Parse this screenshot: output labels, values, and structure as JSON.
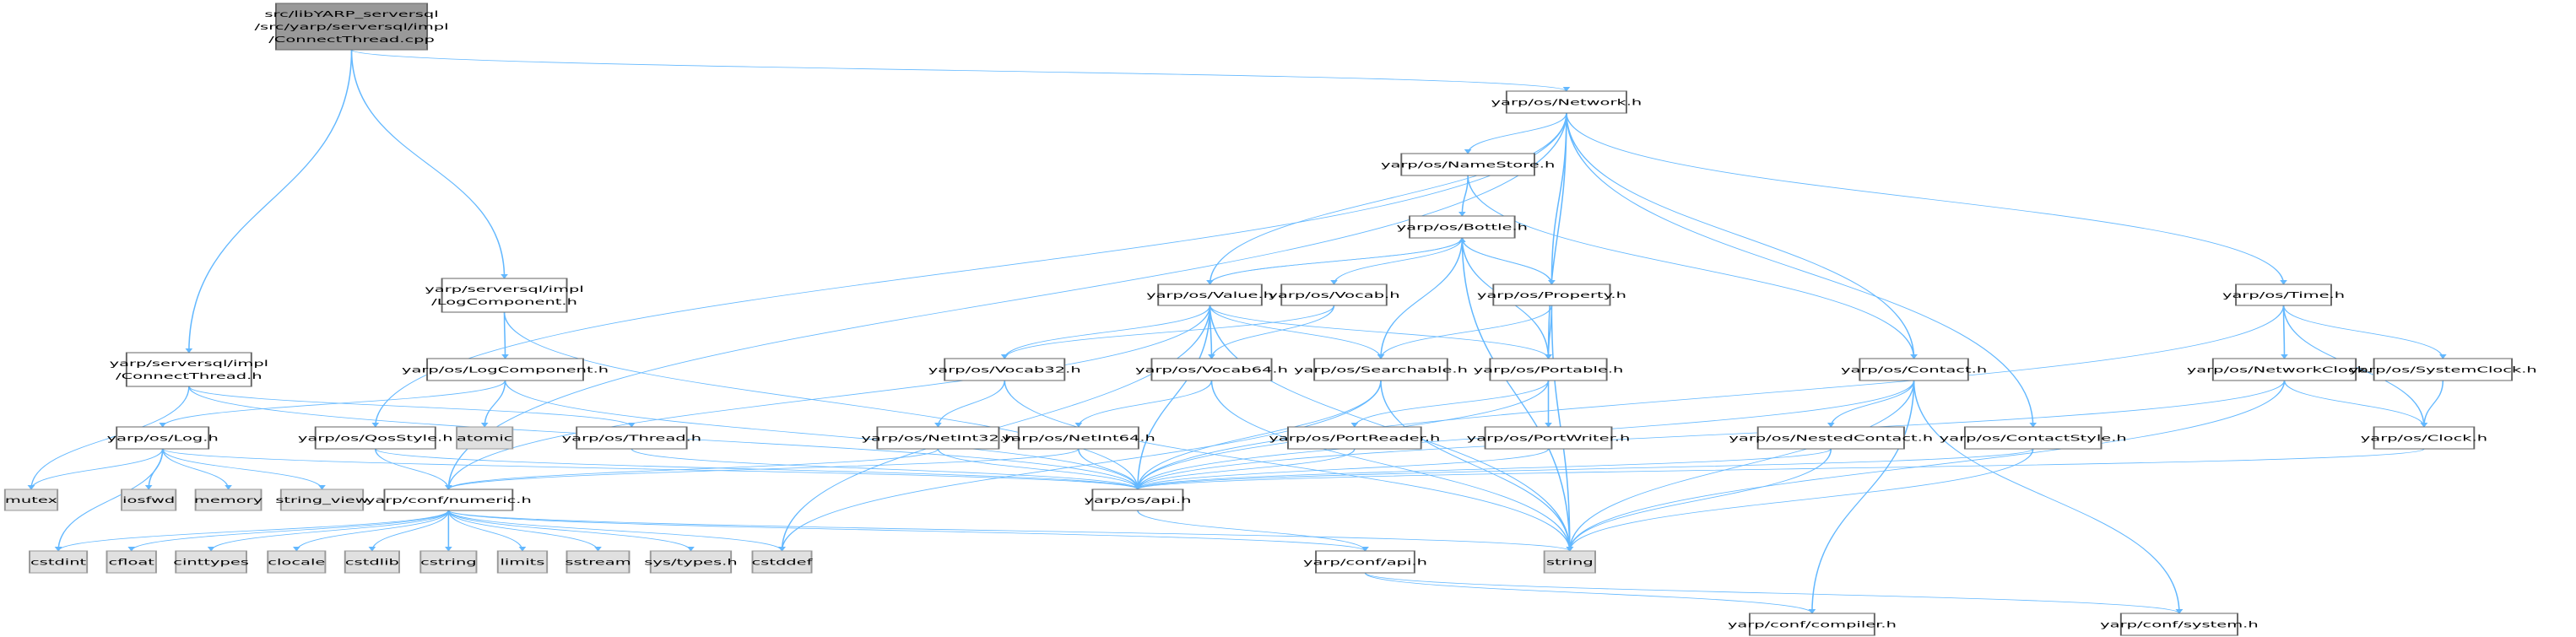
{
  "colors": {
    "edge": "#63b8ff",
    "root_fill": "#999999",
    "node_fill": "#ffffff",
    "external_fill": "#e0e0e0",
    "node_border": "#666666",
    "external_border": "#999999"
  },
  "nodes": [
    {
      "id": "root",
      "type": "root",
      "lines": [
        "src/libYARP_serversql",
        "/src/yarp/serversql/impl",
        "/ConnectThread.cpp"
      ]
    },
    {
      "id": "network",
      "type": "file",
      "lines": [
        "yarp/os/Network.h"
      ]
    },
    {
      "id": "namestore",
      "type": "file",
      "lines": [
        "yarp/os/NameStore.h"
      ]
    },
    {
      "id": "bottle",
      "type": "file",
      "lines": [
        "yarp/os/Bottle.h"
      ]
    },
    {
      "id": "sql_logcomp",
      "type": "file",
      "lines": [
        "yarp/serversql/impl",
        "/LogComponent.h"
      ]
    },
    {
      "id": "value",
      "type": "file",
      "lines": [
        "yarp/os/Value.h"
      ]
    },
    {
      "id": "vocab",
      "type": "file",
      "lines": [
        "yarp/os/Vocab.h"
      ]
    },
    {
      "id": "property",
      "type": "file",
      "lines": [
        "yarp/os/Property.h"
      ]
    },
    {
      "id": "time",
      "type": "file",
      "lines": [
        "yarp/os/Time.h"
      ]
    },
    {
      "id": "connectthread_h",
      "type": "file",
      "lines": [
        "yarp/serversql/impl",
        "/ConnectThread.h"
      ]
    },
    {
      "id": "os_logcomp",
      "type": "file",
      "lines": [
        "yarp/os/LogComponent.h"
      ]
    },
    {
      "id": "vocab32",
      "type": "file",
      "lines": [
        "yarp/os/Vocab32.h"
      ]
    },
    {
      "id": "vocab64",
      "type": "file",
      "lines": [
        "yarp/os/Vocab64.h"
      ]
    },
    {
      "id": "searchable",
      "type": "file",
      "lines": [
        "yarp/os/Searchable.h"
      ]
    },
    {
      "id": "portable",
      "type": "file",
      "lines": [
        "yarp/os/Portable.h"
      ]
    },
    {
      "id": "contact",
      "type": "file",
      "lines": [
        "yarp/os/Contact.h"
      ]
    },
    {
      "id": "networkclock",
      "type": "file",
      "lines": [
        "yarp/os/NetworkClock.h"
      ]
    },
    {
      "id": "systemclock",
      "type": "file",
      "lines": [
        "yarp/os/SystemClock.h"
      ]
    },
    {
      "id": "log",
      "type": "file",
      "lines": [
        "yarp/os/Log.h"
      ]
    },
    {
      "id": "qosstyle",
      "type": "file",
      "lines": [
        "yarp/os/QosStyle.h"
      ]
    },
    {
      "id": "atomic",
      "type": "external",
      "lines": [
        "atomic"
      ]
    },
    {
      "id": "thread",
      "type": "file",
      "lines": [
        "yarp/os/Thread.h"
      ]
    },
    {
      "id": "netint32",
      "type": "file",
      "lines": [
        "yarp/os/NetInt32.h"
      ]
    },
    {
      "id": "netint64",
      "type": "file",
      "lines": [
        "yarp/os/NetInt64.h"
      ]
    },
    {
      "id": "portreader",
      "type": "file",
      "lines": [
        "yarp/os/PortReader.h"
      ]
    },
    {
      "id": "portwriter",
      "type": "file",
      "lines": [
        "yarp/os/PortWriter.h"
      ]
    },
    {
      "id": "nestedcontact",
      "type": "file",
      "lines": [
        "yarp/os/NestedContact.h"
      ]
    },
    {
      "id": "contactstyle",
      "type": "file",
      "lines": [
        "yarp/os/ContactStyle.h"
      ]
    },
    {
      "id": "clock",
      "type": "file",
      "lines": [
        "yarp/os/Clock.h"
      ]
    },
    {
      "id": "mutex",
      "type": "external",
      "lines": [
        "mutex"
      ]
    },
    {
      "id": "iosfwd",
      "type": "external",
      "lines": [
        "iosfwd"
      ]
    },
    {
      "id": "memory",
      "type": "external",
      "lines": [
        "memory"
      ]
    },
    {
      "id": "string_view",
      "type": "external",
      "lines": [
        "string_view"
      ]
    },
    {
      "id": "numeric",
      "type": "file",
      "lines": [
        "yarp/conf/numeric.h"
      ]
    },
    {
      "id": "os_api",
      "type": "file",
      "lines": [
        "yarp/os/api.h"
      ]
    },
    {
      "id": "cstdint",
      "type": "external",
      "lines": [
        "cstdint"
      ]
    },
    {
      "id": "cfloat",
      "type": "external",
      "lines": [
        "cfloat"
      ]
    },
    {
      "id": "cinttypes",
      "type": "external",
      "lines": [
        "cinttypes"
      ]
    },
    {
      "id": "clocale",
      "type": "external",
      "lines": [
        "clocale"
      ]
    },
    {
      "id": "cstdlib",
      "type": "external",
      "lines": [
        "cstdlib"
      ]
    },
    {
      "id": "cstring",
      "type": "external",
      "lines": [
        "cstring"
      ]
    },
    {
      "id": "limits",
      "type": "external",
      "lines": [
        "limits"
      ]
    },
    {
      "id": "sstream",
      "type": "external",
      "lines": [
        "sstream"
      ]
    },
    {
      "id": "systypes",
      "type": "external",
      "lines": [
        "sys/types.h"
      ]
    },
    {
      "id": "cstddef",
      "type": "external",
      "lines": [
        "cstddef"
      ]
    },
    {
      "id": "conf_api",
      "type": "file",
      "lines": [
        "yarp/conf/api.h"
      ]
    },
    {
      "id": "string",
      "type": "external",
      "lines": [
        "string"
      ]
    },
    {
      "id": "compiler",
      "type": "file",
      "lines": [
        "yarp/conf/compiler.h"
      ]
    },
    {
      "id": "system",
      "type": "file",
      "lines": [
        "yarp/conf/system.h"
      ]
    }
  ],
  "edges": [
    [
      "root",
      "network"
    ],
    [
      "root",
      "connectthread_h"
    ],
    [
      "root",
      "sql_logcomp"
    ],
    [
      "connectthread_h",
      "mutex"
    ],
    [
      "connectthread_h",
      "thread"
    ],
    [
      "connectthread_h",
      "os_api"
    ],
    [
      "sql_logcomp",
      "os_logcomp"
    ],
    [
      "sql_logcomp",
      "os_api"
    ],
    [
      "os_logcomp",
      "log"
    ],
    [
      "os_logcomp",
      "atomic"
    ],
    [
      "os_logcomp",
      "os_api"
    ],
    [
      "log",
      "mutex"
    ],
    [
      "log",
      "iosfwd"
    ],
    [
      "log",
      "memory"
    ],
    [
      "log",
      "string_view"
    ],
    [
      "log",
      "cstdint"
    ],
    [
      "log",
      "os_api"
    ],
    [
      "qosstyle",
      "numeric"
    ],
    [
      "qosstyle",
      "os_api"
    ],
    [
      "thread",
      "os_api"
    ],
    [
      "numeric",
      "cstdint"
    ],
    [
      "numeric",
      "cfloat"
    ],
    [
      "numeric",
      "cinttypes"
    ],
    [
      "numeric",
      "clocale"
    ],
    [
      "numeric",
      "cstdlib"
    ],
    [
      "numeric",
      "cstring"
    ],
    [
      "numeric",
      "limits"
    ],
    [
      "numeric",
      "sstream"
    ],
    [
      "numeric",
      "systypes"
    ],
    [
      "numeric",
      "cstddef"
    ],
    [
      "numeric",
      "string"
    ],
    [
      "numeric",
      "conf_api"
    ],
    [
      "network",
      "namestore"
    ],
    [
      "network",
      "value"
    ],
    [
      "network",
      "property"
    ],
    [
      "network",
      "portable"
    ],
    [
      "network",
      "contact"
    ],
    [
      "network",
      "contactstyle"
    ],
    [
      "network",
      "time"
    ],
    [
      "network",
      "qosstyle"
    ],
    [
      "network",
      "numeric"
    ],
    [
      "namestore",
      "bottle"
    ],
    [
      "namestore",
      "contact"
    ],
    [
      "bottle",
      "value"
    ],
    [
      "bottle",
      "vocab"
    ],
    [
      "bottle",
      "searchable"
    ],
    [
      "bottle",
      "property"
    ],
    [
      "bottle",
      "portable"
    ],
    [
      "bottle",
      "string"
    ],
    [
      "value",
      "bottle"
    ],
    [
      "value",
      "vocab32"
    ],
    [
      "value",
      "vocab64"
    ],
    [
      "value",
      "searchable"
    ],
    [
      "value",
      "portable"
    ],
    [
      "value",
      "os_api"
    ],
    [
      "value",
      "string"
    ],
    [
      "value",
      "cstddef"
    ],
    [
      "value",
      "numeric"
    ],
    [
      "vocab",
      "vocab32"
    ],
    [
      "vocab",
      "vocab64"
    ],
    [
      "property",
      "bottle"
    ],
    [
      "property",
      "searchable"
    ],
    [
      "property",
      "portable"
    ],
    [
      "property",
      "string"
    ],
    [
      "vocab32",
      "netint32"
    ],
    [
      "vocab32",
      "string"
    ],
    [
      "vocab64",
      "netint64"
    ],
    [
      "vocab64",
      "string"
    ],
    [
      "searchable",
      "os_api"
    ],
    [
      "searchable",
      "string"
    ],
    [
      "searchable",
      "cstddef"
    ],
    [
      "portable",
      "portreader"
    ],
    [
      "portable",
      "portwriter"
    ],
    [
      "portable",
      "os_api"
    ],
    [
      "netint32",
      "os_api"
    ],
    [
      "netint32",
      "numeric"
    ],
    [
      "netint64",
      "os_api"
    ],
    [
      "netint64",
      "numeric"
    ],
    [
      "portreader",
      "os_api"
    ],
    [
      "portwriter",
      "os_api"
    ],
    [
      "os_api",
      "conf_api"
    ],
    [
      "conf_api",
      "compiler"
    ],
    [
      "conf_api",
      "system"
    ],
    [
      "contact",
      "nestedcontact"
    ],
    [
      "contact",
      "string"
    ],
    [
      "contact",
      "compiler"
    ],
    [
      "contact",
      "system"
    ],
    [
      "contact",
      "os_api"
    ],
    [
      "nestedcontact",
      "os_api"
    ],
    [
      "nestedcontact",
      "string"
    ],
    [
      "contactstyle",
      "os_api"
    ],
    [
      "contactstyle",
      "string"
    ],
    [
      "time",
      "networkclock"
    ],
    [
      "time",
      "systemclock"
    ],
    [
      "time",
      "clock"
    ],
    [
      "time",
      "os_api"
    ],
    [
      "networkclock",
      "clock"
    ],
    [
      "networkclock",
      "os_api"
    ],
    [
      "networkclock",
      "string"
    ],
    [
      "systemclock",
      "clock"
    ],
    [
      "clock",
      "os_api"
    ]
  ]
}
